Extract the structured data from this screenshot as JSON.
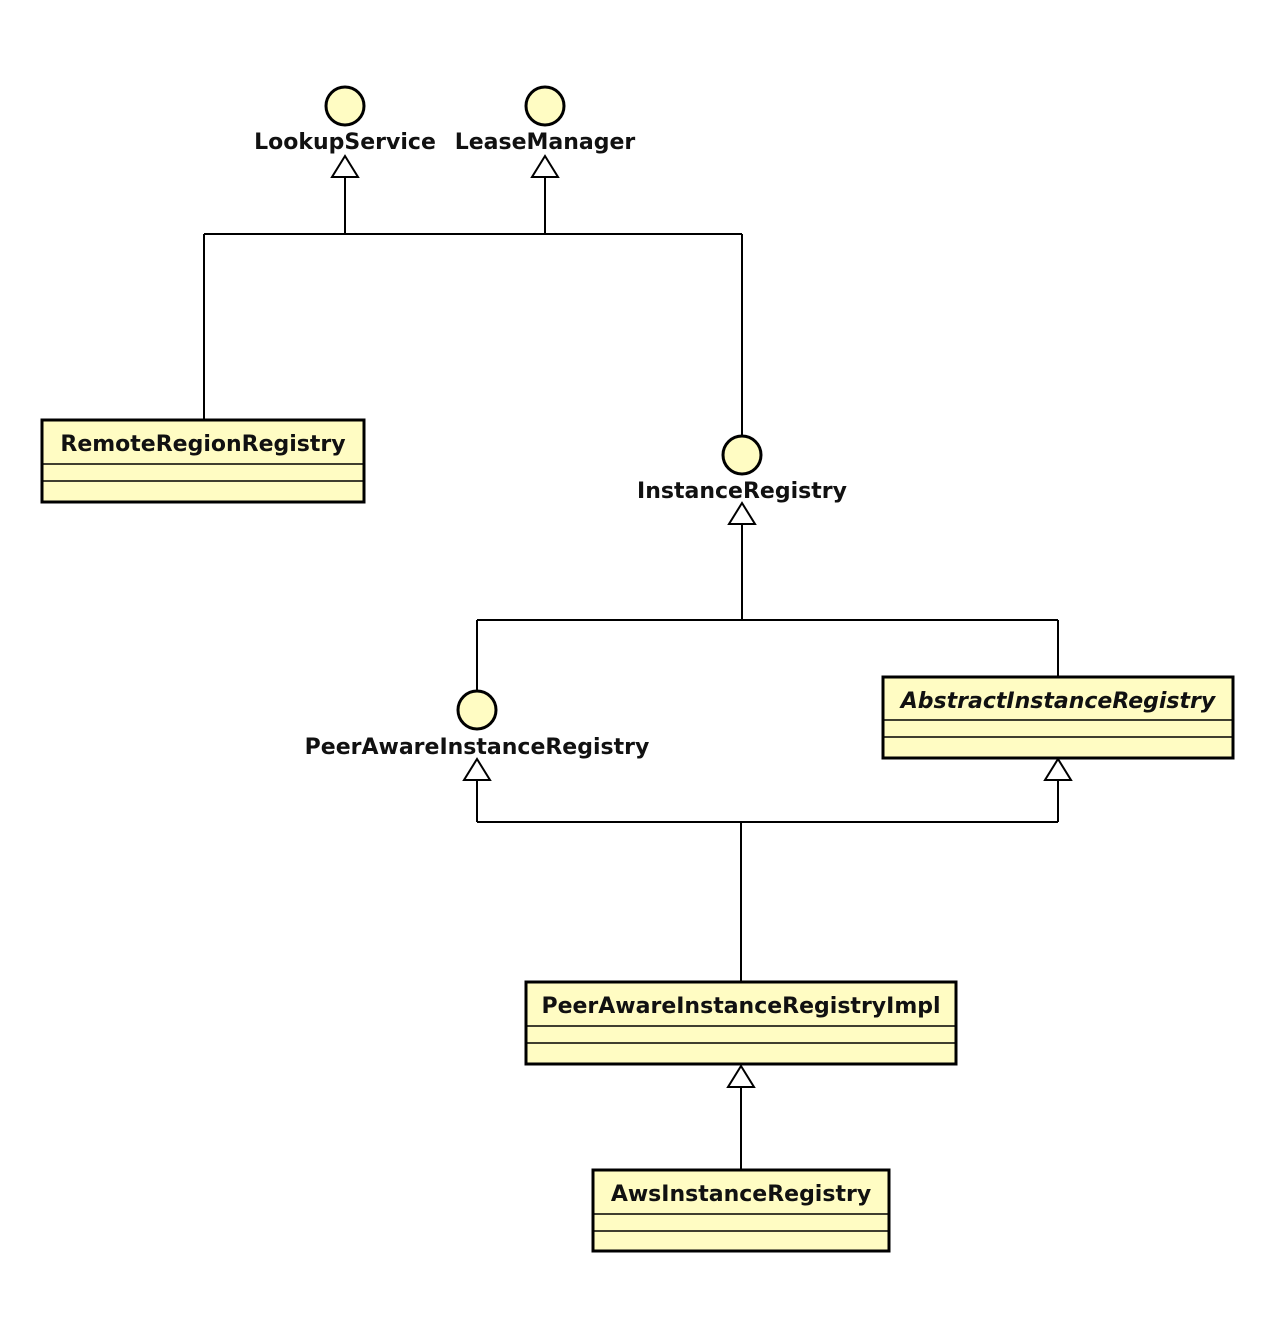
{
  "interfaces": {
    "lookup_service": "LookupService",
    "lease_manager": "LeaseManager",
    "instance_registry": "InstanceRegistry",
    "peer_aware_instance_registry": "PeerAwareInstanceRegistry"
  },
  "classes": {
    "remote_region_registry": "RemoteRegionRegistry",
    "abstract_instance_registry": "AbstractInstanceRegistry",
    "peer_aware_instance_registry_impl": "PeerAwareInstanceRegistryImpl",
    "aws_instance_registry": "AwsInstanceRegistry"
  },
  "colors": {
    "fill": "#fffcc3",
    "stroke": "#000000"
  }
}
